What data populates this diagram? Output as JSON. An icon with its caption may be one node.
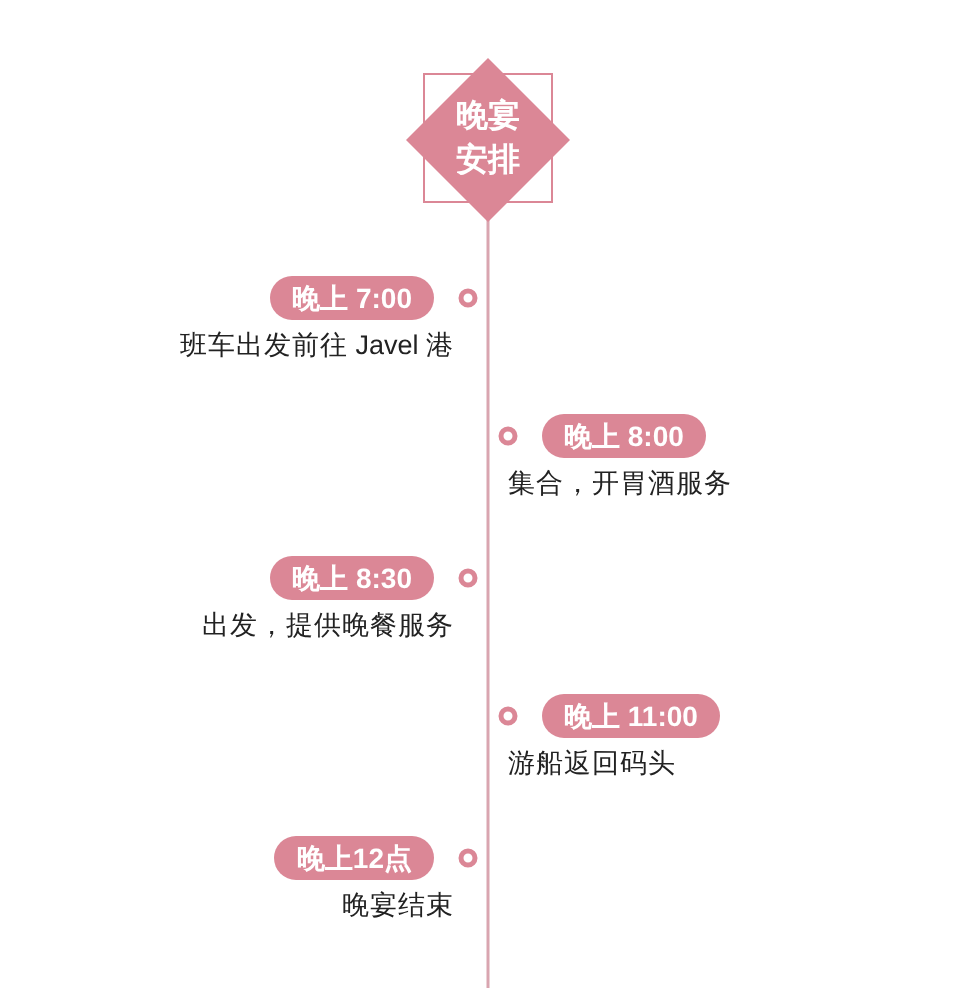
{
  "diagram": {
    "nodes": [
      {
        "text": [
          "晚宴安排"
        ]
      },
      {
        "text": [
          "晚上 7:00"
        ],
        "beside": [
          "班车出发前往 Javel 港"
        ]
      },
      {
        "text": [
          "晚上 8:00"
        ],
        "beside": [
          "集合，开胃酒服务"
        ]
      },
      {
        "text": [
          "晚上 8:30"
        ],
        "beside": [
          "出发，提供晚餐服务"
        ]
      },
      {
        "text": [
          "晚上 11:00"
        ],
        "beside": [
          "游船返回码头"
        ]
      },
      {
        "text": [
          "晚上12点"
        ],
        "beside": [
          "晚宴结束"
        ]
      }
    ]
  }
}
